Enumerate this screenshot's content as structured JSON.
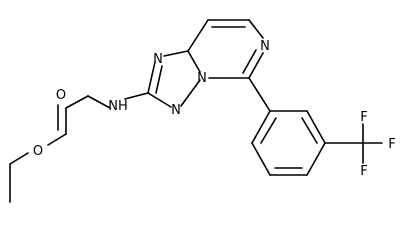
{
  "molecule": {
    "atoms": {
      "o_carbonyl": "O",
      "o_ester": "O",
      "nh": "NH",
      "n_triazole_top": "N",
      "n_bridge": "N",
      "n_triazole_bottom": "N",
      "n_pyrimidine": "N",
      "f_top": "F",
      "f_right": "F",
      "f_bottom": "F"
    }
  }
}
